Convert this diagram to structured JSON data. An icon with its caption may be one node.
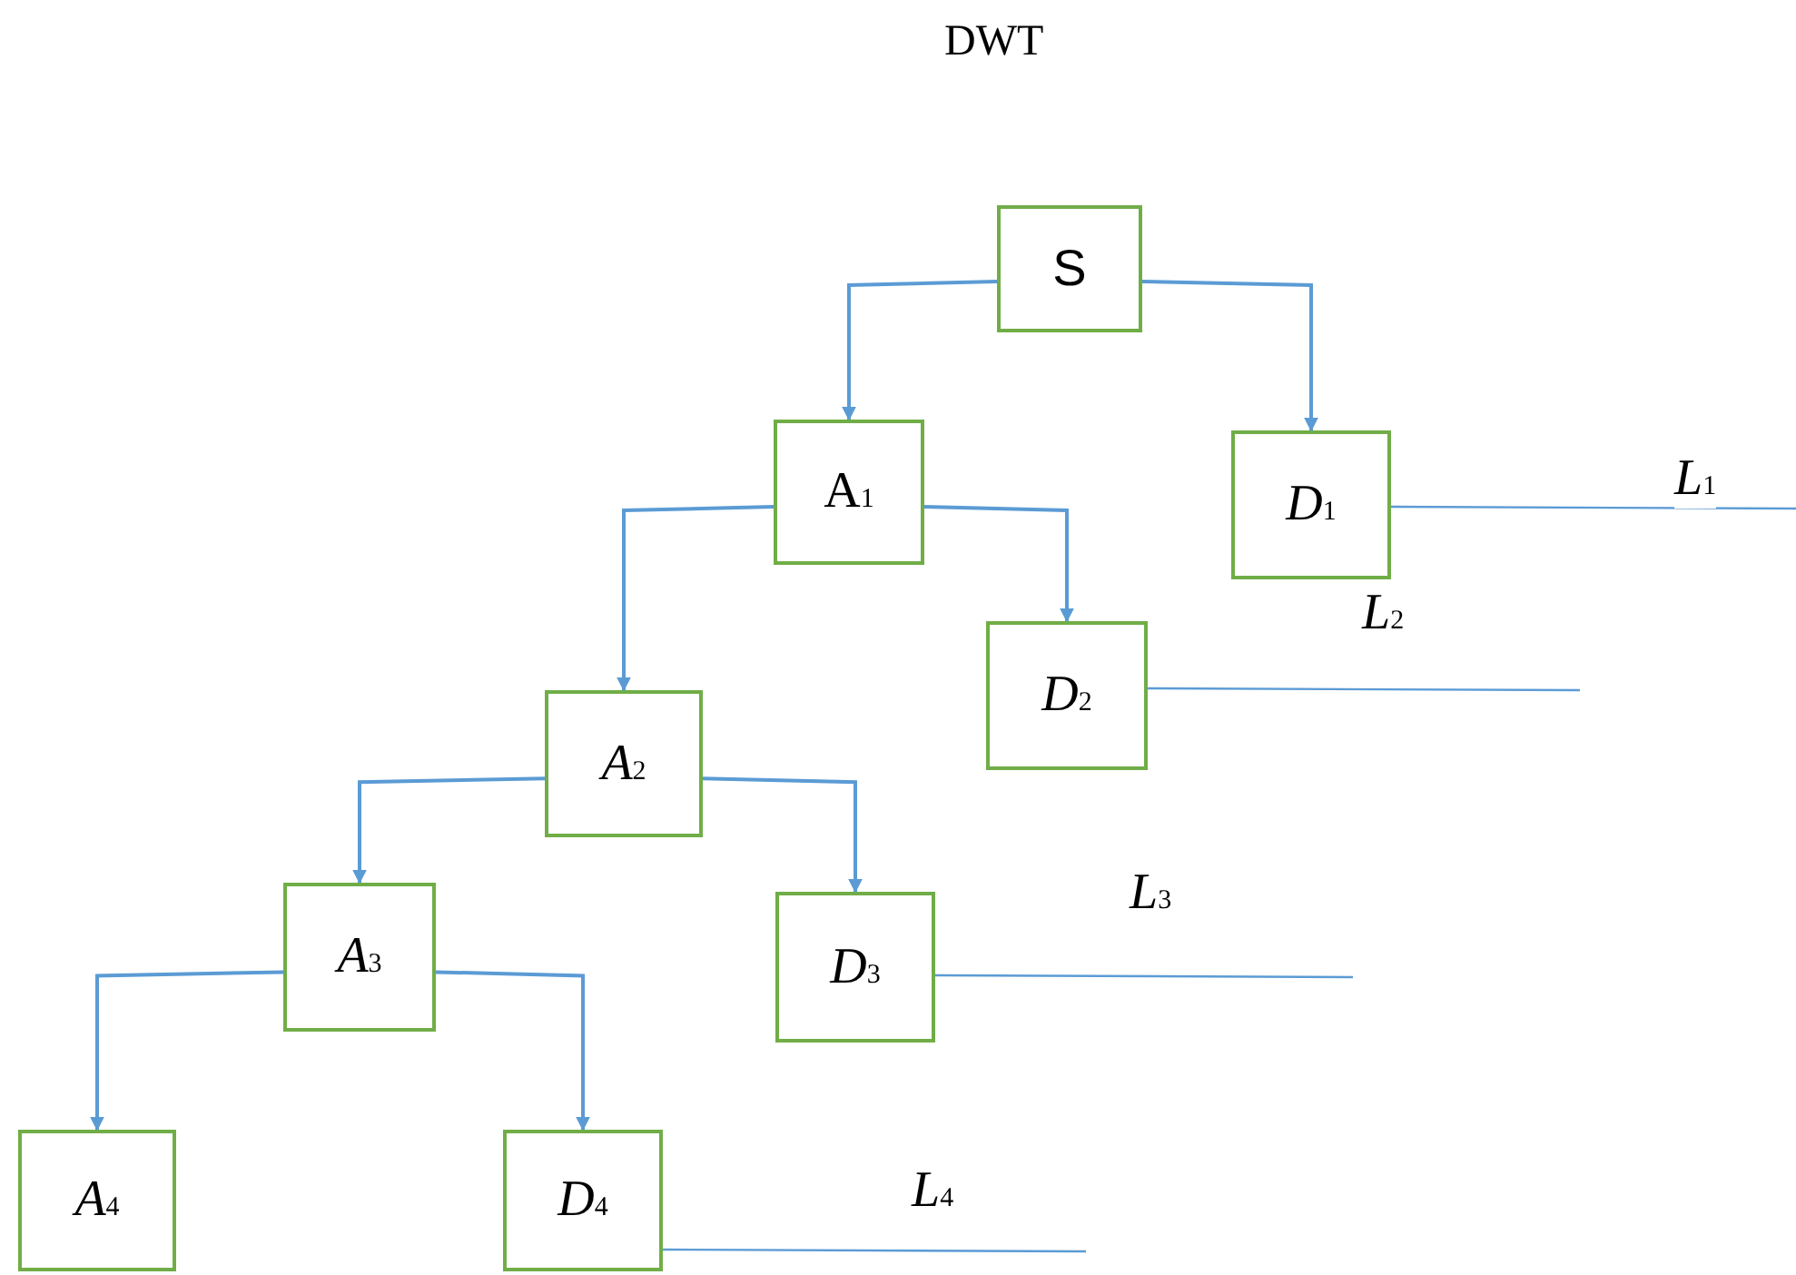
{
  "diagram": {
    "title": "DWT",
    "nodes": [
      {
        "text": [
          "S"
        ]
      },
      {
        "text": [
          "A$_{1}$"
        ]
      },
      {
        "text": [
          "*D*$_{1}$"
        ]
      },
      {
        "text": [
          "*D*$_{2}$"
        ]
      },
      {
        "text": [
          "*A*$_{2}$"
        ]
      },
      {
        "text": [
          "*D*$_{3}$"
        ]
      },
      {
        "text": [
          "*A*$_{3}$"
        ]
      },
      {
        "text": [
          "*A*$_{4}$"
        ]
      },
      {
        "text": [
          "*D*$_{4}$"
        ]
      }
    ],
    "edges": [
      {
        "from": 0,
        "to": 1,
        "arrow": "to"
      },
      {
        "from": 0,
        "to": 2,
        "arrow": "to"
      },
      {
        "from": 1,
        "to": 4,
        "arrow": "to"
      },
      {
        "from": 1,
        "to": 3,
        "arrow": "to"
      },
      {
        "from": 4,
        "to": 6,
        "arrow": "to"
      },
      {
        "from": 4,
        "to": 5,
        "arrow": "to"
      },
      {
        "from": 6,
        "to": 7,
        "arrow": "to"
      },
      {
        "from": 6,
        "to": 8,
        "arrow": "to"
      },
      {
        "from": 2,
        "to": null,
        "arrow": "none",
        "label": "*L*$_{1}$"
      },
      {
        "from": 3,
        "to": null,
        "arrow": "none",
        "label": "*L*$_{2}$"
      },
      {
        "from": 5,
        "to": null,
        "arrow": "none",
        "label": "*L*$_{3}$"
      },
      {
        "from": 8,
        "to": null,
        "arrow": "none",
        "label": "*L*$_{4}$"
      }
    ]
  }
}
